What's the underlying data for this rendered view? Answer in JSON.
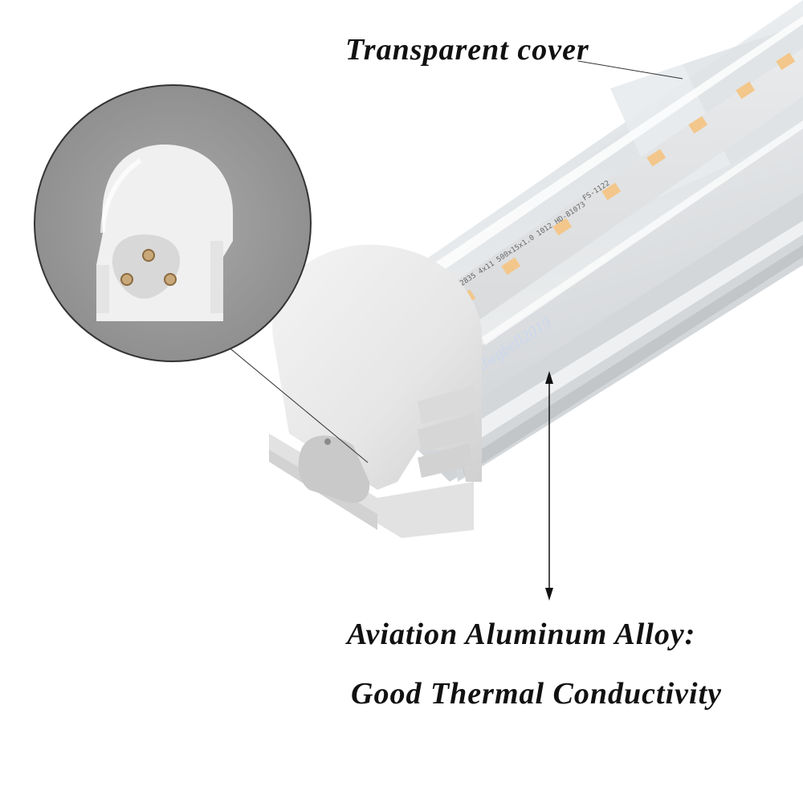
{
  "labels": {
    "cover": "Transparent cover",
    "alloy": "Aviation Aluminum Alloy:",
    "thermal": "Good Thermal Conductivity"
  },
  "strip_print": {
    "text_a": "A-2835 4x11 500x15x1.0 1012 HD-81073",
    "text_b": "FS-1122"
  },
  "watermark": "tlwgbell2019",
  "colors": {
    "led": "#f3c78b",
    "led_core": "#ffe9c2",
    "cap": "#eeeeee",
    "inset_bg": "#9a9a9a",
    "text": "#111111"
  }
}
